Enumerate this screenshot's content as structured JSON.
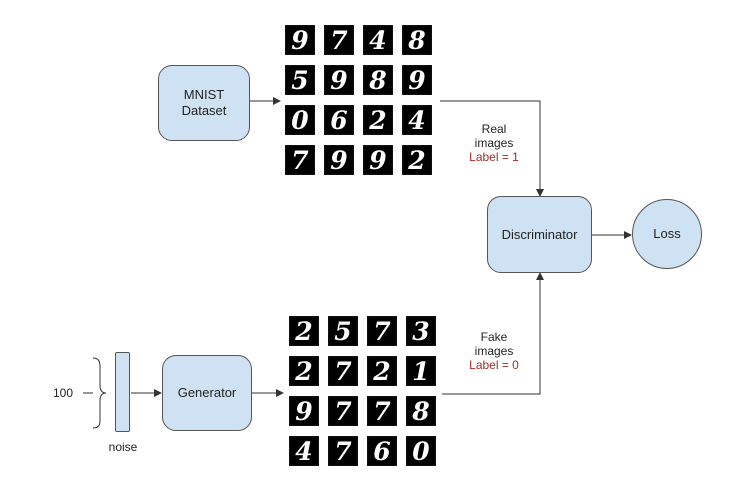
{
  "nodes": {
    "mnist_line1": "MNIST",
    "mnist_line2": "Dataset",
    "discriminator": "Discriminator",
    "loss": "Loss",
    "generator": "Generator"
  },
  "noise": {
    "size": "100",
    "label": "noise"
  },
  "real": {
    "line1": "Real",
    "line2": "images",
    "label": "Label = 1"
  },
  "fake": {
    "line1": "Fake",
    "line2": "images",
    "label": "Label = 0"
  },
  "real_digits": [
    "9",
    "7",
    "4",
    "8",
    "5",
    "9",
    "8",
    "9",
    "0",
    "6",
    "2",
    "4",
    "7",
    "9",
    "9",
    "2"
  ],
  "fake_digits": [
    "2",
    "5",
    "7",
    "3",
    "2",
    "7",
    "2",
    "1",
    "9",
    "7",
    "7",
    "8",
    "4",
    "7",
    "6",
    "0"
  ],
  "colors": {
    "node_fill": "#cfe2f3",
    "label_red": "#a52a2a"
  }
}
